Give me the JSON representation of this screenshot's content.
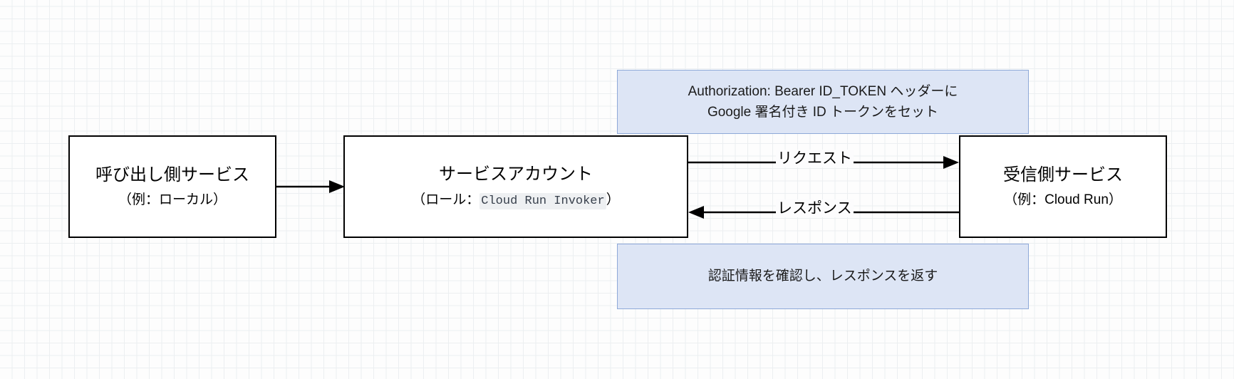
{
  "diagram": {
    "type": "flow-diagram",
    "title": "Cloud Run service-to-service authentication flow",
    "background": "grid-paper",
    "colors": {
      "note_fill": "#dde5f5",
      "note_border": "#8ea9d8",
      "node_fill": "#ffffff",
      "node_border": "#000000",
      "code_bg": "#eef0f2",
      "grid_line": "#e2e6ea"
    }
  },
  "nodes": [
    {
      "id": "caller",
      "name": "caller-service-box",
      "title": "呼び出し側サービス",
      "subtitle": "（例：ローカル）"
    },
    {
      "id": "service-account",
      "name": "service-account-box",
      "title": "サービスアカウント",
      "sub_prefix": "（ロール：",
      "sub_code": "Cloud Run Invoker",
      "sub_suffix": "）"
    },
    {
      "id": "receiver",
      "name": "receiver-service-box",
      "title": "受信側サービス",
      "subtitle": "（例：Cloud Run）"
    }
  ],
  "notes": [
    {
      "id": "note-top",
      "name": "request-header-note",
      "lines": [
        "Authorization: Bearer ID_TOKEN ヘッダーに",
        "Google 署名付き ID トークンをセット"
      ]
    },
    {
      "id": "note-bottom",
      "name": "response-verification-note",
      "lines": [
        "認証情報を確認し、レスポンスを返す"
      ]
    }
  ],
  "edges": [
    {
      "id": "edge-caller-to-sa",
      "name": "edge-caller-to-service-account",
      "label": "",
      "direction": "right"
    },
    {
      "id": "edge-request",
      "name": "edge-request",
      "label": "リクエスト",
      "direction": "right"
    },
    {
      "id": "edge-response",
      "name": "edge-response",
      "label": "レスポンス",
      "direction": "left"
    }
  ]
}
